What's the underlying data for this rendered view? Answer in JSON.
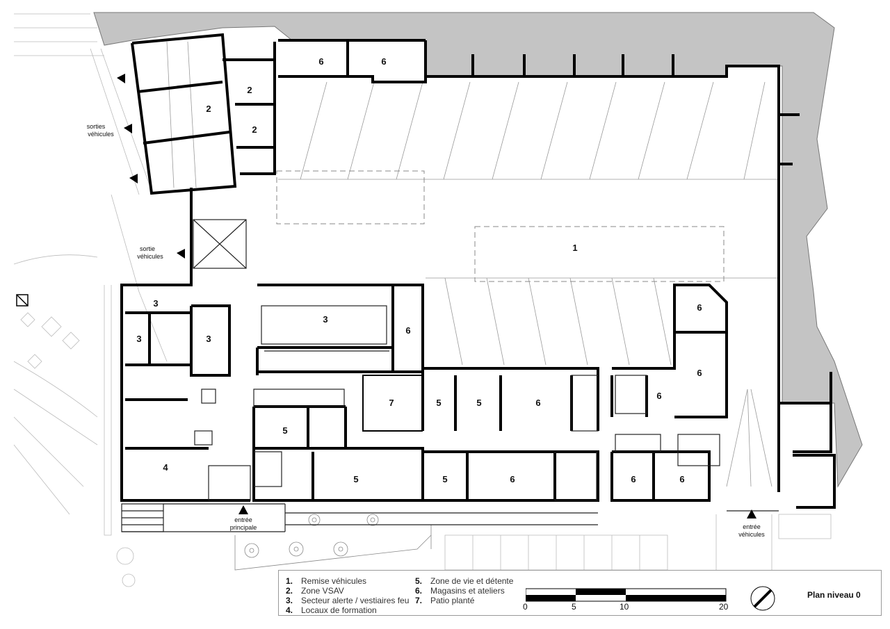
{
  "rooms": [
    {
      "id": "r6a",
      "num": "6"
    },
    {
      "id": "r6b",
      "num": "6"
    },
    {
      "id": "r2a",
      "num": "2"
    },
    {
      "id": "r2b",
      "num": "2"
    },
    {
      "id": "r2c",
      "num": "2"
    },
    {
      "id": "r1",
      "num": "1"
    },
    {
      "id": "r3a",
      "num": "3"
    },
    {
      "id": "r3b",
      "num": "3"
    },
    {
      "id": "r3c",
      "num": "3"
    },
    {
      "id": "r3d",
      "num": "3"
    },
    {
      "id": "r6c",
      "num": "6"
    },
    {
      "id": "r6d",
      "num": "6"
    },
    {
      "id": "r6e",
      "num": "6"
    },
    {
      "id": "r7",
      "num": "7"
    },
    {
      "id": "r5a",
      "num": "5"
    },
    {
      "id": "r5b",
      "num": "5"
    },
    {
      "id": "r6f",
      "num": "6"
    },
    {
      "id": "r6g",
      "num": "6"
    },
    {
      "id": "r5c",
      "num": "5"
    },
    {
      "id": "r4",
      "num": "4"
    },
    {
      "id": "r5d",
      "num": "5"
    },
    {
      "id": "r5e",
      "num": "5"
    },
    {
      "id": "r6h",
      "num": "6"
    },
    {
      "id": "r6i",
      "num": "6"
    },
    {
      "id": "r6j",
      "num": "6"
    }
  ],
  "labels": {
    "sorties_l1": "sorties",
    "sorties_l2": "véhicules",
    "sortie_l1": "sortie",
    "sortie_l2": "véhicules",
    "entree_princ_l1": "entrée",
    "entree_princ_l2": "principale",
    "entree_veh_l1": "entrée",
    "entree_veh_l2": "véhicules"
  },
  "legend": {
    "col1": [
      {
        "n": "1.",
        "t": "Remise véhicules"
      },
      {
        "n": "2.",
        "t": "Zone VSAV"
      },
      {
        "n": "3.",
        "t": "Secteur alerte / vestiaires feu"
      },
      {
        "n": "4.",
        "t": "Locaux de formation"
      }
    ],
    "col2": [
      {
        "n": "5.",
        "t": "Zone de vie et détente"
      },
      {
        "n": "6.",
        "t": "Magasins et ateliers"
      },
      {
        "n": "7.",
        "t": "Patio planté"
      }
    ]
  },
  "scale": {
    "ticks": [
      "0",
      "5",
      "10",
      "20"
    ]
  },
  "title": "Plan niveau 0",
  "colors": {
    "wall": "#000000",
    "ground": "#c4c4c4",
    "thin": "#888888"
  }
}
